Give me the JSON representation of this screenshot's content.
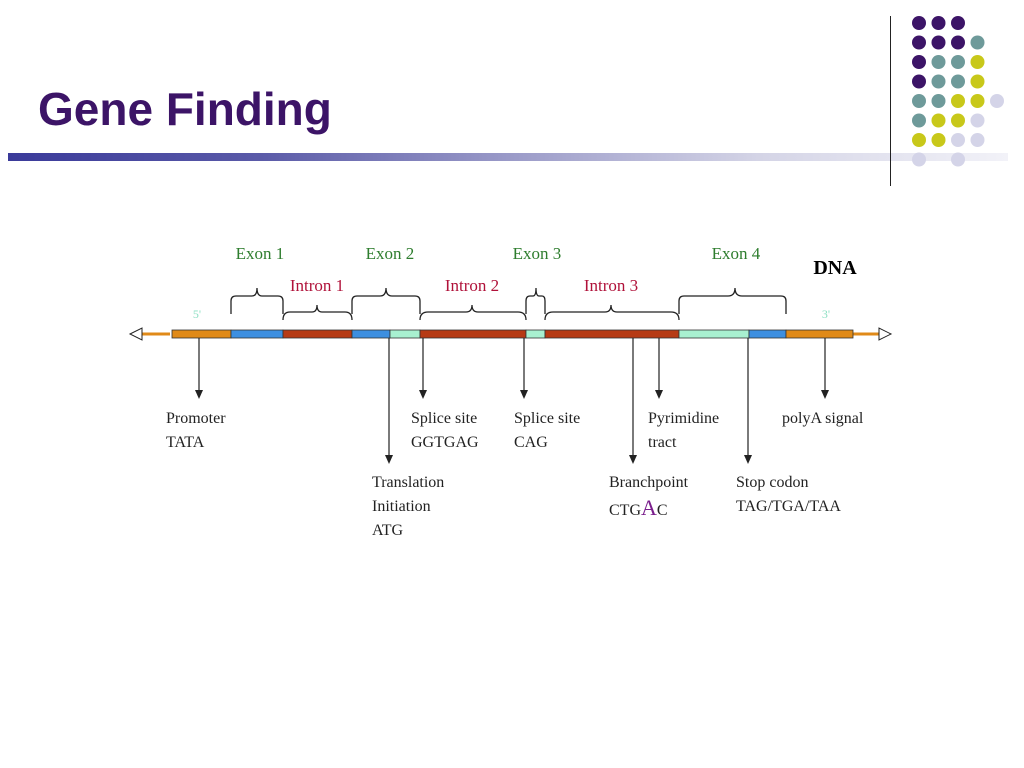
{
  "slide": {
    "title": "Gene Finding"
  },
  "diagram": {
    "label_dna": "DNA",
    "end5": "5'",
    "end3": "3'",
    "exons": [
      "Exon 1",
      "Exon 2",
      "Exon 3",
      "Exon 4"
    ],
    "introns": [
      "Intron 1",
      "Intron 2",
      "Intron 3"
    ],
    "annotations": {
      "promoter": [
        "Promoter",
        "TATA"
      ],
      "translation": [
        "Translation",
        "Initiation",
        "ATG"
      ],
      "splice5": [
        "Splice site",
        "GGTGAG"
      ],
      "splice3": [
        "Splice site",
        "CAG"
      ],
      "branchpoint": {
        "line1": "Branchpoint",
        "seq_pre": "CTG",
        "seq_mark": "A",
        "seq_post": "C"
      },
      "pyrimidine": [
        "Pyrimidine",
        "tract"
      ],
      "stop": [
        "Stop codon",
        "TAG/TGA/TAA"
      ],
      "polya": [
        "polyA signal"
      ]
    },
    "colors": {
      "flank": "#e08a18",
      "exon_coding": "#3d8fe0",
      "exon_utr": "#a8f0d0",
      "intron": "#b63a14",
      "exon_label": "#2e7d2e",
      "intron_label": "#b0123a",
      "end_label": "#8ee0c4",
      "branch_a": "#7a1e8c"
    }
  },
  "decor": {
    "dot_colors": {
      "purple": "#3c1467",
      "teal": "#6e9a9a",
      "yellow": "#c8c81a",
      "lavender": "#d4d4e8"
    }
  }
}
